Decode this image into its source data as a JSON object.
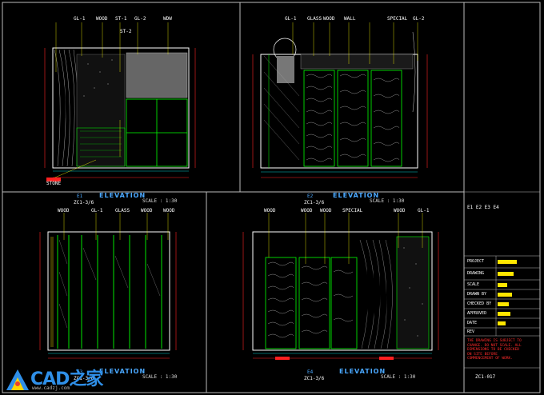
{
  "elevations": [
    {
      "title": "ELEVATION",
      "scale": "SCALE : 1:30",
      "tag": "E1",
      "ref": "ZC1-3/6"
    },
    {
      "title": "ELEVATION",
      "scale": "SCALE : 1:30",
      "tag": "E2",
      "ref": "ZC1-3/6"
    },
    {
      "title": "ELEVATION",
      "scale": "SCALE : 1:30",
      "tag": "E3",
      "ref": "ZC1-3/6"
    },
    {
      "title": "ELEVATION",
      "scale": "SCALE : 1:30",
      "tag": "E4",
      "ref": "ZC1-3/6"
    }
  ],
  "callouts_e1": [
    "GL-1",
    "WOOD",
    "ST-1",
    "GL-2",
    "ST-2",
    "WDW",
    "STONE"
  ],
  "callouts_e2": [
    "GL-1",
    "GLASS",
    "WOOD",
    "WALL",
    "SPECIAL",
    "GL-2"
  ],
  "callouts_e3": [
    "WOOD",
    "GL-1",
    "GLASS",
    "WOOD",
    "WOOD"
  ],
  "callouts_e4": [
    "WOOD",
    "WOOD",
    "WOOD",
    "SPECIAL",
    "WOOD",
    "GL-1"
  ],
  "title_block": {
    "legend": "E1 E2 E3 E4",
    "rows": [
      "PROJECT",
      "DRAWING",
      "SCALE",
      "DRAWN BY",
      "CHECKED BY",
      "APPROVED",
      "DATE",
      "REV"
    ],
    "drawing_no": "ZC1-017",
    "note": "THE DRAWING IS SUBJECT TO CHANGE. DO NOT SCALE. ALL DIMENSIONS TO BE CHECKED ON SITE BEFORE COMMENCEMENT OF WORK."
  },
  "logo": {
    "text": "CAD之家",
    "sub": "www.cadzj.com"
  },
  "colors": {
    "green": "#00ff00",
    "yellow": "#ffff00",
    "red": "#ff2020",
    "cyan": "#00ffff",
    "magenta": "#ff00ff",
    "blue": "#4aa8ff"
  }
}
